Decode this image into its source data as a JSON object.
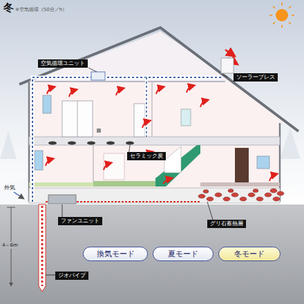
{
  "diagram": {
    "title": "冬",
    "nodes": [
      {
        "text": [
          "空気循環ユニット"
        ]
      },
      {
        "text": [
          "ソーラーブレス"
        ]
      },
      {
        "text": [
          "セラミック炭"
        ]
      },
      {
        "text": [
          "ファンユニット"
        ]
      },
      {
        "text": [
          "グリ石蓄熱層"
        ]
      },
      {
        "text": [
          "ジオパイプ"
        ]
      },
      {
        "text": [
          "換気モード"
        ]
      },
      {
        "text": [
          "夏モード"
        ]
      },
      {
        "text": [
          "冬モード"
        ]
      }
    ],
    "labels": [
      "※空気循環（50分／h）",
      "外気",
      "4～6m"
    ]
  }
}
